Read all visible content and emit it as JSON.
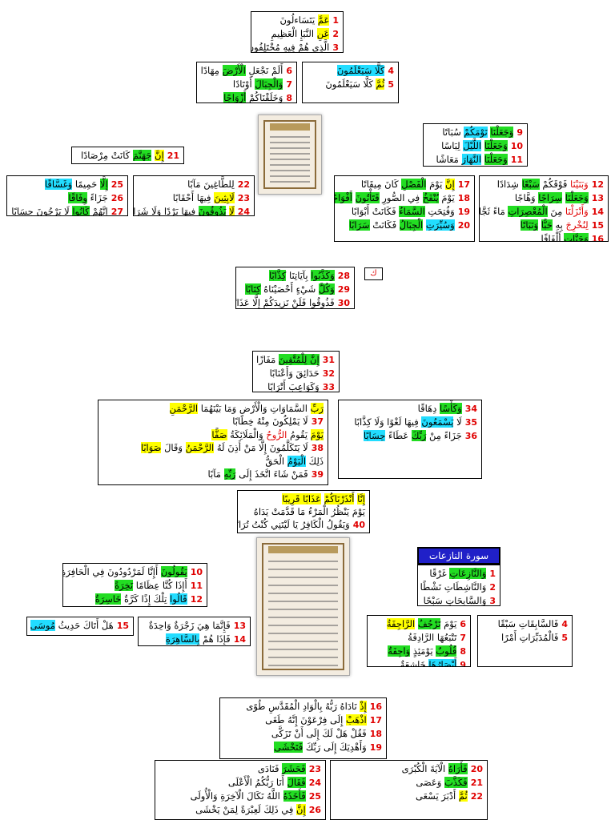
{
  "blocks": {
    "b01": [
      {
        "text": [
          [
            "عَمَّ",
            "y"
          ],
          [
            " يَتَسَاءلُونَ",
            ""
          ]
        ],
        "num": "1"
      },
      {
        "text": [
          [
            "عَنِ",
            "y"
          ],
          [
            " النَّبَإِ الْعَظِيمِ",
            ""
          ]
        ],
        "num": "2"
      },
      {
        "text": [
          [
            "الَّذِي هُمْ فِيهِ مُخْتَلِفُونَ",
            ""
          ]
        ],
        "num": "3"
      }
    ],
    "b02": [
      {
        "text": [
          [
            "أَلَمْ نَجْعَلِ ",
            ""
          ],
          [
            "الْأَرْضَ",
            "g"
          ],
          [
            " مِهَادًا",
            ""
          ]
        ],
        "num": "6"
      },
      {
        "text": [
          [
            "وَالْجِبَالَ",
            "g"
          ],
          [
            " أَوْتَادًا",
            ""
          ]
        ],
        "num": "7"
      },
      {
        "text": [
          [
            "وَخَلَقْنَاكُمْ ",
            ""
          ],
          [
            "أَزْوَاجًا",
            "g"
          ]
        ],
        "num": "8"
      }
    ],
    "b03": [
      {
        "text": [
          [
            "كَلَّا سَيَعْلَمُونَ",
            "c"
          ]
        ],
        "num": "4"
      },
      {
        "text": [
          [
            "ثُمَّ",
            "y"
          ],
          [
            " كَلَّا سَيَعْلَمُونَ",
            ""
          ]
        ],
        "num": "5"
      }
    ],
    "b04": [
      {
        "text": [
          [
            "وَجَعَلْنَا",
            "g"
          ],
          [
            " ",
            ""
          ],
          [
            "نَوْمَكُمْ",
            "c"
          ],
          [
            " سُبَاتًا",
            ""
          ]
        ],
        "num": "9"
      },
      {
        "text": [
          [
            "وَجَعَلْنَا",
            "g"
          ],
          [
            " ",
            ""
          ],
          [
            "اللَّيْلَ",
            "c"
          ],
          [
            " لِبَاسًا",
            ""
          ]
        ],
        "num": "10"
      },
      {
        "text": [
          [
            "وَجَعَلْنَا",
            "g"
          ],
          [
            " ",
            ""
          ],
          [
            "النَّهَارَ",
            "c"
          ],
          [
            " مَعَاشًا",
            ""
          ]
        ],
        "num": "11"
      }
    ],
    "b05": [
      {
        "text": [
          [
            "إِنَّ",
            "y"
          ],
          [
            " ",
            ""
          ],
          [
            "جَهَنَّمَ",
            "g"
          ],
          [
            " كَانَتْ مِرْصَادًا",
            ""
          ]
        ],
        "num": "21"
      }
    ],
    "b06": [
      {
        "text": [
          [
            "إِلَّا",
            "g"
          ],
          [
            " حَمِيمًا ",
            ""
          ],
          [
            "وَغَسَّاقًا",
            "c"
          ]
        ],
        "num": "25"
      },
      {
        "text": [
          [
            "جَزَاءً ",
            ""
          ],
          [
            "وِفَاقًا",
            "g"
          ]
        ],
        "num": "26"
      },
      {
        "text": [
          [
            "إِنَّهُمْ ",
            ""
          ],
          [
            "كَانُوا",
            "g"
          ],
          [
            " لَا يَرْجُونَ حِسَابًا",
            ""
          ]
        ],
        "num": "27"
      }
    ],
    "b07": [
      {
        "text": [
          [
            "لِلطَّاغِينَ مَآبًا",
            ""
          ]
        ],
        "num": "22"
      },
      {
        "text": [
          [
            "لَابِثِينَ",
            "y"
          ],
          [
            " فِيهَا أَحْقَابًا",
            ""
          ]
        ],
        "num": "23"
      },
      {
        "text": [
          [
            "لَا",
            "y"
          ],
          [
            " ",
            ""
          ],
          [
            "يَذُوقُونَ",
            "g"
          ],
          [
            " فِيهَا بَرْدًا وَلَا شَرَابًا",
            ""
          ]
        ],
        "num": "24"
      }
    ],
    "b08": [
      {
        "text": [
          [
            "إِنَّ",
            "y"
          ],
          [
            " يَوْمَ ",
            ""
          ],
          [
            "الْفَصْلِ",
            "g"
          ],
          [
            " كَانَ مِيقَاتًا",
            ""
          ]
        ],
        "num": "17"
      },
      {
        "text": [
          [
            "يَوْمَ ",
            ""
          ],
          [
            "يُنْفَخُ",
            "g"
          ],
          [
            " فِي الصُّورِ ",
            ""
          ],
          [
            "فَتَأْتُونَ",
            "g"
          ],
          [
            " ",
            ""
          ],
          [
            "أَفْوَاجًا",
            "g"
          ]
        ],
        "num": "18"
      },
      {
        "text": [
          [
            "وَفُتِحَتِ ",
            ""
          ],
          [
            "السَّمَاءُ",
            "g"
          ],
          [
            " فَكَانَتْ أَبْوَابًا",
            ""
          ]
        ],
        "num": "19"
      },
      {
        "text": [
          [
            "وَسُيِّرَتِ",
            "c"
          ],
          [
            " ",
            ""
          ],
          [
            "الْجِبَالُ",
            "g"
          ],
          [
            " فَكَانَتْ ",
            ""
          ],
          [
            "سَرَابًا",
            "g"
          ]
        ],
        "num": "20"
      }
    ],
    "b09": [
      {
        "text": [
          [
            "وَبَنَيْنَا",
            "r"
          ],
          [
            " فَوْقَكُمْ ",
            ""
          ],
          [
            "سَبْعًا",
            "g"
          ],
          [
            " شِدَادًا",
            ""
          ]
        ],
        "num": "12"
      },
      {
        "text": [
          [
            "وَجَعَلْنَا",
            "g"
          ],
          [
            " ",
            ""
          ],
          [
            "سِرَاجًا",
            "g"
          ],
          [
            " وَهَّاجًا",
            ""
          ]
        ],
        "num": "13"
      },
      {
        "text": [
          [
            "وَأَنْزَلْنَا",
            "r"
          ],
          [
            " مِنَ ",
            ""
          ],
          [
            "الْمُعْصِرَاتِ",
            "g"
          ],
          [
            " مَاءً ثَجَّاجًا",
            ""
          ]
        ],
        "num": "14"
      },
      {
        "text": [
          [
            "لِنُخْرِجَ",
            "r"
          ],
          [
            " بِهِ ",
            ""
          ],
          [
            "حَبًّا",
            "g"
          ],
          [
            " ",
            ""
          ],
          [
            "وَنَبَاتًا",
            "g"
          ]
        ],
        "num": "15"
      },
      {
        "text": [
          [
            "وَجَنَّاتٍ",
            "g"
          ],
          [
            " أَلْفَافًا",
            ""
          ]
        ],
        "num": "16"
      }
    ],
    "b10": [
      {
        "text": [
          [
            "وَكَذَّبُوا",
            "g"
          ],
          [
            " بِآيَاتِنَا ",
            ""
          ],
          [
            "كِذَّابًا",
            "g"
          ]
        ],
        "num": "28"
      },
      {
        "text": [
          [
            "وَكُلَّ",
            "g"
          ],
          [
            " شَيْءٍ أَحْصَيْنَاهُ ",
            ""
          ],
          [
            "كِتَابًا",
            "g"
          ]
        ],
        "num": "29"
      },
      {
        "text": [
          [
            "فَذُوقُوا فَلَنْ نَزِيدَكُمْ إِلَّا عَذَابًا",
            ""
          ]
        ],
        "num": "30"
      }
    ],
    "b11": [
      {
        "text": [
          [
            "إِنَّ لِلْمُتَّقِينَ",
            "g"
          ],
          [
            " مَفَازًا",
            ""
          ]
        ],
        "num": "31"
      },
      {
        "text": [
          [
            "حَدَائِقَ وَأَعْنَابًا",
            ""
          ]
        ],
        "num": "32"
      },
      {
        "text": [
          [
            "وَكَوَاعِبَ أَتْرَابًا",
            ""
          ]
        ],
        "num": "33"
      }
    ],
    "b12": [
      {
        "text": [
          [
            "رَبِّ",
            "y"
          ],
          [
            " السَّمَاوَاتِ وَالْأَرْضِ وَمَا بَيْنَهُمَا ",
            ""
          ],
          [
            "الرَّحْمَنِ",
            "y"
          ]
        ],
        "num": ""
      },
      {
        "text": [
          [
            "لَا يَمْلِكُونَ مِنْهُ خِطَابًا",
            ""
          ]
        ],
        "num": "37"
      },
      {
        "text": [
          [
            "يَوْمَ",
            "y"
          ],
          [
            " يَقُومُ ",
            ""
          ],
          [
            "الرُّوحُ",
            "r"
          ],
          [
            " وَالْمَلَائِكَةُ ",
            ""
          ],
          [
            "صَفًّا",
            "y"
          ]
        ],
        "num": ""
      },
      {
        "text": [
          [
            "لَا يَتَكَلَّمُونَ إِلَّا مَنْ أَذِنَ لَهُ ",
            ""
          ],
          [
            "الرَّحْمَنُ",
            "y"
          ],
          [
            " وَقَالَ ",
            ""
          ],
          [
            "صَوَابًا",
            "y"
          ]
        ],
        "num": "38"
      },
      {
        "text": [
          [
            "ذَلِكَ ",
            ""
          ],
          [
            "الْيَوْمُ",
            "c"
          ],
          [
            " الْحَقُّ",
            ""
          ]
        ],
        "num": ""
      },
      {
        "text": [
          [
            "فَمَنْ شَاءَ اتَّخَذَ إِلَى ",
            ""
          ],
          [
            "رَبِّهِ",
            "g"
          ],
          [
            " مَآبًا",
            ""
          ]
        ],
        "num": "39"
      }
    ],
    "b13": [
      {
        "text": [
          [
            "وَكَأْسًا",
            "g"
          ],
          [
            " دِهَاقًا",
            ""
          ]
        ],
        "num": "34"
      },
      {
        "text": [
          [
            "لَا ",
            ""
          ],
          [
            "يَسْمَعُونَ",
            "c"
          ],
          [
            " فِيهَا لَغْوًا وَلَا كِذَّابًا",
            ""
          ]
        ],
        "num": "35"
      },
      {
        "text": [
          [
            "جَزَاءً مِنْ ",
            ""
          ],
          [
            "رَبِّكَ",
            "g"
          ],
          [
            " عَطَاءً ",
            ""
          ],
          [
            "حِسَابًا",
            "c"
          ]
        ],
        "num": "36"
      }
    ],
    "b14": [
      {
        "text": [
          [
            "إِنَّا",
            "y"
          ],
          [
            " ",
            ""
          ],
          [
            "أَنْذَرْنَاكُمْ",
            "y"
          ],
          [
            " ",
            ""
          ],
          [
            "عَذَابًا قَرِيبًا",
            "y"
          ]
        ],
        "num": ""
      },
      {
        "text": [
          [
            "يَوْمَ يَنْظُرُ الْمَرْءُ مَا قَدَّمَتْ يَدَاهُ",
            ""
          ]
        ],
        "num": ""
      },
      {
        "text": [
          [
            "وَيَقُولُ الْكَافِرُ يَا لَيْتَنِي كُنْتُ تُرَابًا",
            ""
          ]
        ],
        "num": "40"
      }
    ],
    "b15": [
      {
        "text": [
          [
            "يَقُولُونَ",
            "g"
          ],
          [
            " أَإِنَّا لَمَرْدُودُونَ فِي الْحَافِرَةِ",
            ""
          ]
        ],
        "num": "10"
      },
      {
        "text": [
          [
            "أَإِذَا كُنَّا عِظَامًا ",
            ""
          ],
          [
            "نَخِرَةً",
            "g"
          ]
        ],
        "num": "11"
      },
      {
        "text": [
          [
            "قَالُوا",
            "c"
          ],
          [
            " تِلْكَ إِذًا كَرَّةٌ ",
            ""
          ],
          [
            "خَاسِرَةٌ",
            "g"
          ]
        ],
        "num": "12"
      }
    ],
    "b16": [
      {
        "text": [
          [
            "وَالنَّازِعَاتِ",
            "g"
          ],
          [
            " غَرْقًا",
            ""
          ]
        ],
        "num": "1"
      },
      {
        "text": [
          [
            "وَالنَّاشِطَاتِ نَشْطًا",
            ""
          ]
        ],
        "num": "2"
      },
      {
        "text": [
          [
            "وَالسَّابِحَاتِ سَبْحًا",
            ""
          ]
        ],
        "num": "3"
      }
    ],
    "b17": [
      {
        "text": [
          [
            "هَلْ أَتَاكَ حَدِيثُ ",
            ""
          ],
          [
            "مُوسَى",
            "c"
          ]
        ],
        "num": "15"
      }
    ],
    "b18": [
      {
        "text": [
          [
            "فَإِنَّمَا هِيَ زَجْرَةٌ وَاحِدَةٌ",
            ""
          ]
        ],
        "num": "13"
      },
      {
        "text": [
          [
            "فَإِذَا هُمْ ",
            ""
          ],
          [
            "بِالسَّاهِرَةِ",
            "c"
          ]
        ],
        "num": "14"
      }
    ],
    "b19": [
      {
        "text": [
          [
            "يَوْمَ ",
            ""
          ],
          [
            "تَرْجُفُ",
            "g"
          ],
          [
            " ",
            ""
          ],
          [
            "الرَّاجِفَةُ",
            "y"
          ]
        ],
        "num": "6"
      },
      {
        "text": [
          [
            "تَتْبَعُهَا الرَّادِفَةُ",
            ""
          ]
        ],
        "num": "7"
      },
      {
        "text": [
          [
            "قُلُوبٌ",
            "g"
          ],
          [
            " يَوْمَئِذٍ ",
            ""
          ],
          [
            "وَاجِفَةٌ",
            "g"
          ]
        ],
        "num": "8"
      },
      {
        "text": [
          [
            "أَبْصَارُهَا",
            "c"
          ],
          [
            " خَاشِعَةٌ",
            ""
          ]
        ],
        "num": "9"
      }
    ],
    "b20": [
      {
        "text": [
          [
            "فَالسَّابِقَاتِ سَبْقًا",
            ""
          ]
        ],
        "num": "4"
      },
      {
        "text": [
          [
            "فَالْمُدَبِّرَاتِ أَمْرًا",
            ""
          ]
        ],
        "num": "5"
      }
    ],
    "b21": [
      {
        "text": [
          [
            "إِذْ",
            "y"
          ],
          [
            " نَادَاهُ رَبُّهُ بِالْوَادِ الْمُقَدَّسِ طُوًى",
            ""
          ]
        ],
        "num": "16"
      },
      {
        "text": [
          [
            "اذْهَبْ",
            "y"
          ],
          [
            " إِلَى فِرْعَوْنَ إِنَّهُ طَغَى",
            ""
          ]
        ],
        "num": "17"
      },
      {
        "text": [
          [
            "فَقُلْ هَلْ لَكَ إِلَى أَنْ تَزَكَّى",
            ""
          ]
        ],
        "num": "18"
      },
      {
        "text": [
          [
            "وَأَهْدِيَكَ إِلَى رَبِّكَ ",
            ""
          ],
          [
            "فَتَخْشَى",
            "g"
          ]
        ],
        "num": "19"
      }
    ],
    "b22": [
      {
        "text": [
          [
            "فَحَشَرَ",
            "g"
          ],
          [
            " فَنَادَى",
            ""
          ]
        ],
        "num": "23"
      },
      {
        "text": [
          [
            "فَقَالَ",
            "g"
          ],
          [
            " أَنَا رَبُّكُمُ الْأَعْلَى",
            ""
          ]
        ],
        "num": "24"
      },
      {
        "text": [
          [
            "فَأَخَذَهُ",
            "g"
          ],
          [
            " اللَّهُ نَكَالَ الْآخِرَةِ وَالْأُولَى",
            ""
          ]
        ],
        "num": "25"
      },
      {
        "text": [
          [
            "إِنَّ",
            "y"
          ],
          [
            " فِي ذَلِكَ لَعِبْرَةً لِمَنْ يَخْشَى",
            ""
          ]
        ],
        "num": "26"
      }
    ],
    "b23": [
      {
        "text": [
          [
            "فَأَرَاهُ",
            "g"
          ],
          [
            " الْآيَةَ الْكُبْرَى",
            ""
          ]
        ],
        "num": "20"
      },
      {
        "text": [
          [
            "فَكَذَّبَ",
            "g"
          ],
          [
            " وَعَصَى",
            ""
          ]
        ],
        "num": "21"
      },
      {
        "text": [
          [
            "ثُمَّ",
            "y"
          ],
          [
            " أَدْبَرَ يَسْعَى",
            ""
          ]
        ],
        "num": "22"
      }
    ]
  },
  "surah_title": "سورة النازعات",
  "small_mark": "ك"
}
